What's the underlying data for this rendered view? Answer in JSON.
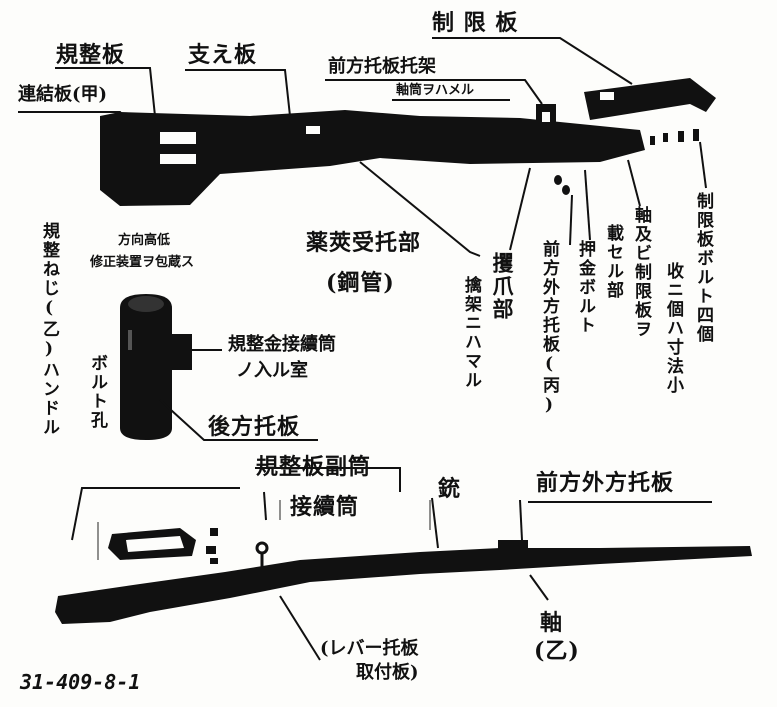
{
  "labels": {
    "kisei_ban": "規整板",
    "shi_no_ban": "支え板",
    "seigen_ban_top": "制 限 板",
    "renketsu_ban": "連結板(甲)",
    "zenpo_takuban_takuka": "前方托板托架",
    "jikutsu_hameru": "軸筒ヲハメル",
    "hoko_kotei_1": "方向高低",
    "hoko_kotei_2": "修正装置ヲ包蔵ス",
    "yakkyo_takubu": "薬莢受托部",
    "kokan": "(鋼管)",
    "kisei_neji_handle": "規整ねじ(乙)ハンドル",
    "hikigane_bu": "攫爪部",
    "kyoka_ni_hamaru": "擒架ニハマル",
    "zenpo_gaiho_takuban_hei": "前方外方托板(丙)",
    "oshigane_bolt": "押金ボルト",
    "saseru_bu": "載セル部",
    "jiku_seigen": "軸及ビ制限板ヲ",
    "seigen_bolt_1": "制限板ボルト四個",
    "seigen_bolt_2": "收ニ個ハ寸法小",
    "kisei_kin_1": "規整金接續筒",
    "kisei_kin_2": "ノ入ル室",
    "bolt_ana": "ボルト孔",
    "koho_takuban": "後方托板",
    "kisei_fukutsutsu": "規整板副筒",
    "setsuzoku_tsutsu": "接續筒",
    "ju": "銃",
    "zenpo_gaiho_takuban": "前方外方托板",
    "lever_1": "(レバー托板",
    "lever_2": "取付板)",
    "jiku_otsu_1": "軸",
    "jiku_otsu_2": "(乙)",
    "ref_code": "31-409-8-1"
  }
}
